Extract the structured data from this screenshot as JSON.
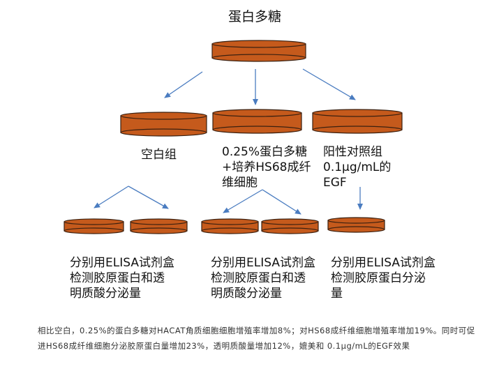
{
  "title": "蛋白多糖",
  "groups": {
    "blank": "空白组",
    "treatment": "0.25%蛋白多糖\n+培养HS68成纤\n维细胞",
    "positive": "阳性对照组\n0.1μg/mL的\nEGF"
  },
  "assays": {
    "left": "分别用ELISA试剂盒\n检测胶原蛋白和透\n明质酸分泌量",
    "middle": "分别用ELISA试剂盒\n检测胶原蛋白和透\n明质酸分泌量",
    "right": "分别用ELISA试剂盒\n检测胶原蛋白分泌\n量"
  },
  "caption": "相比空白，0.25%的蛋白多糖对HACAT角质细胞细胞增殖率增加8%；对HS68成纤维细胞增殖率增加19%。同时可促进HS68成纤维细胞分泌胶原蛋白量增加23%，透明质酸量增加12%，媲美和 0.1μg/mL的EGF效果",
  "colors": {
    "dish_fill": "#c55a1c",
    "dish_stroke": "#3a2010",
    "arrow": "#4a7cc0"
  }
}
